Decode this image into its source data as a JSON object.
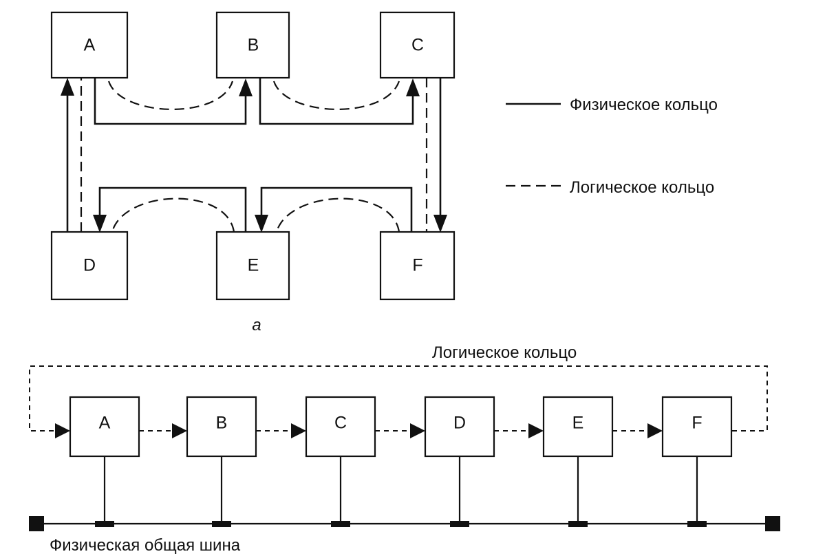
{
  "part_a": {
    "nodes": {
      "a": "A",
      "b": "B",
      "c": "C",
      "d": "D",
      "e": "E",
      "f": "F"
    },
    "caption": "a"
  },
  "legend": {
    "physical": "Физическое кольцо",
    "logical": "Логическое кольцо"
  },
  "part_b": {
    "logical_ring_label": "Логическое кольцо",
    "bus_label": "Физическая общая шина",
    "nodes": [
      "A",
      "B",
      "C",
      "D",
      "E",
      "F"
    ]
  }
}
